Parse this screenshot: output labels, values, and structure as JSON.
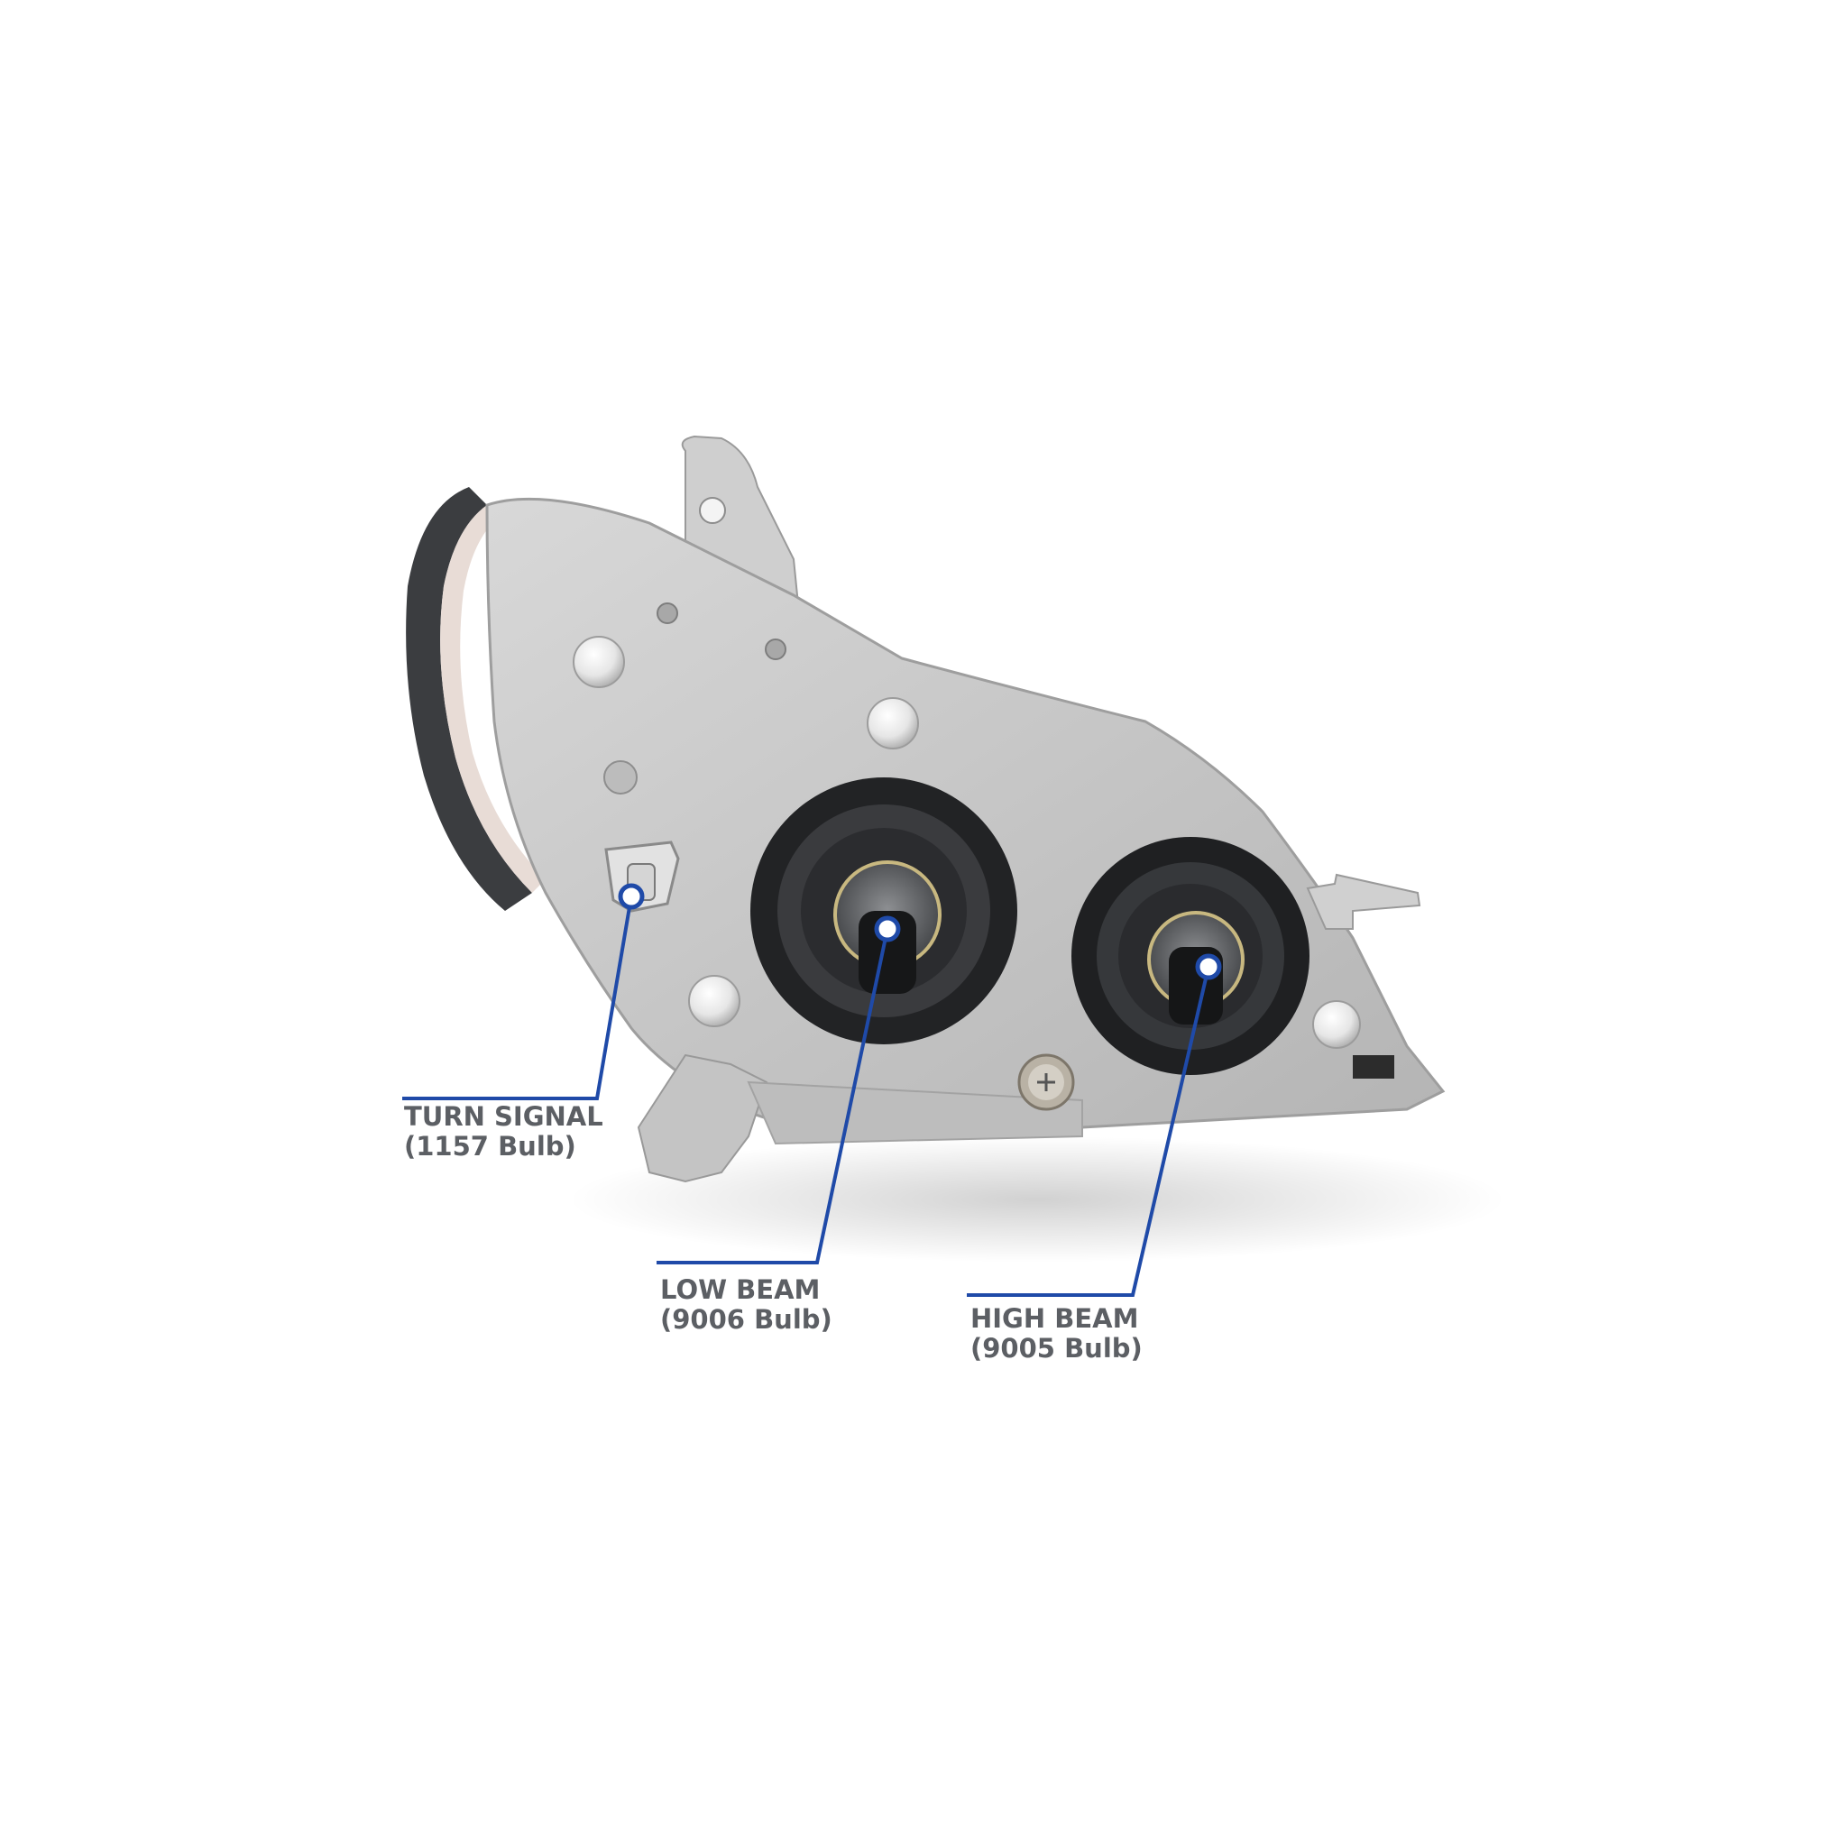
{
  "callouts": {
    "turn_signal": {
      "title": "TURN SIGNAL",
      "bulb": "(1157 Bulb)"
    },
    "low_beam": {
      "title": "LOW BEAM",
      "bulb": "(9006 Bulb)"
    },
    "high_beam": {
      "title": "HIGH BEAM",
      "bulb": "(9005 Bulb)"
    }
  },
  "colors": {
    "leader_line": "#1f4aa8",
    "label_text": "#5c5f64",
    "housing": "#c9c9c9"
  }
}
